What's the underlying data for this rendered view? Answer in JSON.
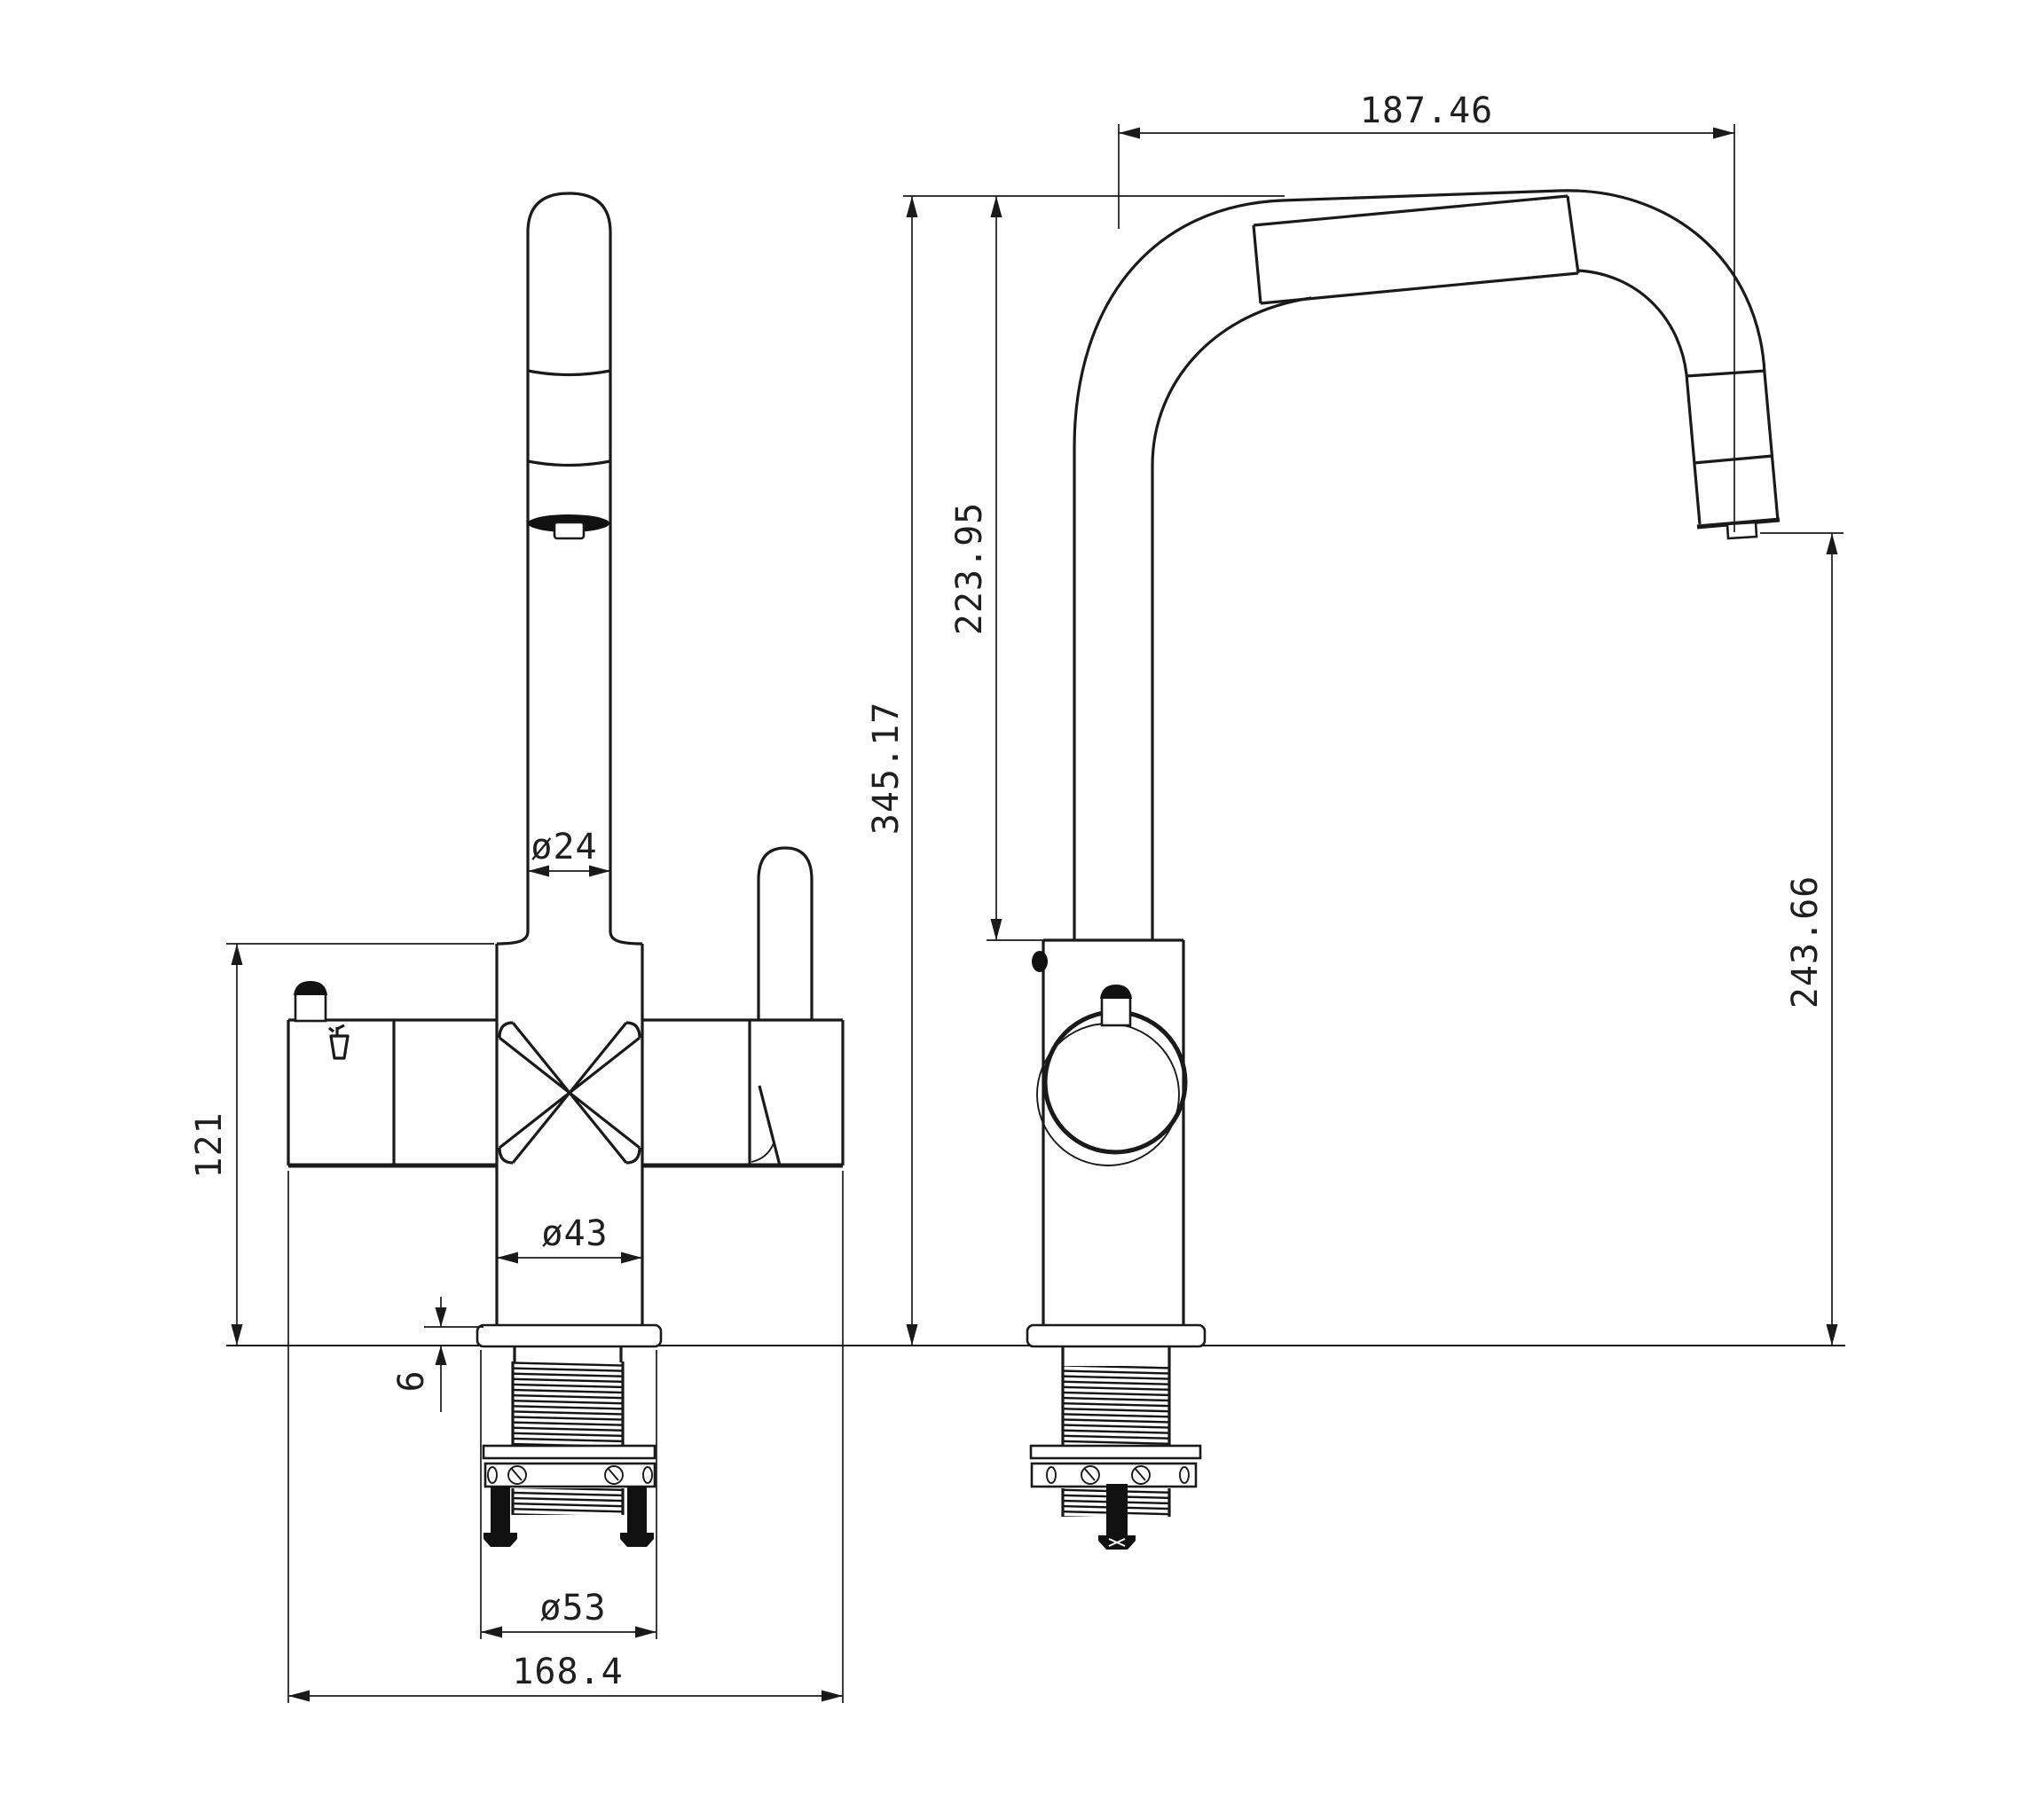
{
  "drawing": {
    "type": "technical-drawing",
    "subject": "kitchen pull-out mixer tap, two orthographic views",
    "background": "#ffffff",
    "line_color": "#1a1a1a",
    "views": {
      "left": "front view",
      "right": "side view"
    },
    "dimensions": {
      "spout_reach": "187.46",
      "spout_top_height": "223.95",
      "overall_height": "345.17",
      "outlet_clearance": "243.66",
      "spout_diameter": "ø24",
      "body_diameter": "ø43",
      "body_height": "121",
      "deck_plate_thickness": "6",
      "base_diameter": "ø53",
      "overall_width": "168.4"
    }
  }
}
